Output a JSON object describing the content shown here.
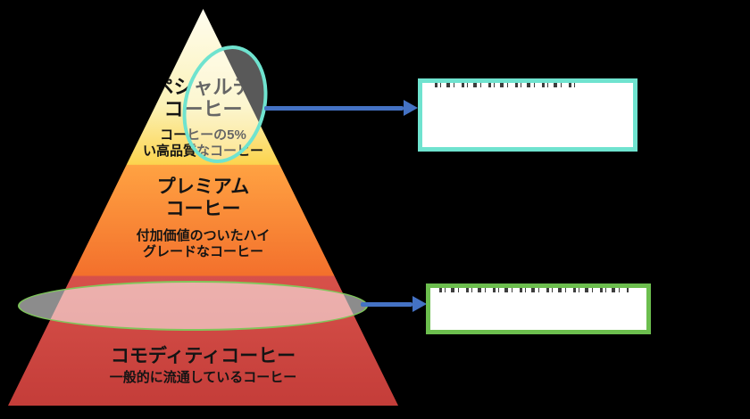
{
  "canvas": {
    "background": "#000000"
  },
  "pyramid": {
    "specialty": {
      "line1": "スペシャルティ",
      "line2": "コーヒー",
      "line3": "コーヒーの5%",
      "line4": "い高品質なコーヒー",
      "color_top": "#fffdf0",
      "color_bottom": "#fcd44e"
    },
    "premium": {
      "line1": "プレミアム",
      "line2": "コーヒー",
      "line3": "付加価値のついたハイ",
      "line4": "グレードなコーヒー",
      "color_top": "#ffa242",
      "color_bottom": "#f3702c"
    },
    "commodity": {
      "line1": "コモディティコーヒー",
      "line2": "一般的に流通しているコーヒー",
      "color_top": "#d7514a",
      "color_bottom": "#c43d39"
    }
  },
  "annotations": {
    "specialty_highlight_ellipse": {
      "stroke": "#6fe3cf",
      "fill": "rgba(255,255,255,0.35)"
    },
    "boundary_highlight_ellipse": {
      "stroke": "#7cc756",
      "fill": "rgba(255,255,255,0.55)"
    },
    "arrow_color": "#4472c4",
    "callout_specialty": {
      "border_color": "#6fe3cf",
      "text_fully_visible": false,
      "text": ""
    },
    "callout_boundary": {
      "border_color": "#6cbe4e",
      "text_fully_visible": false,
      "text": ""
    }
  }
}
